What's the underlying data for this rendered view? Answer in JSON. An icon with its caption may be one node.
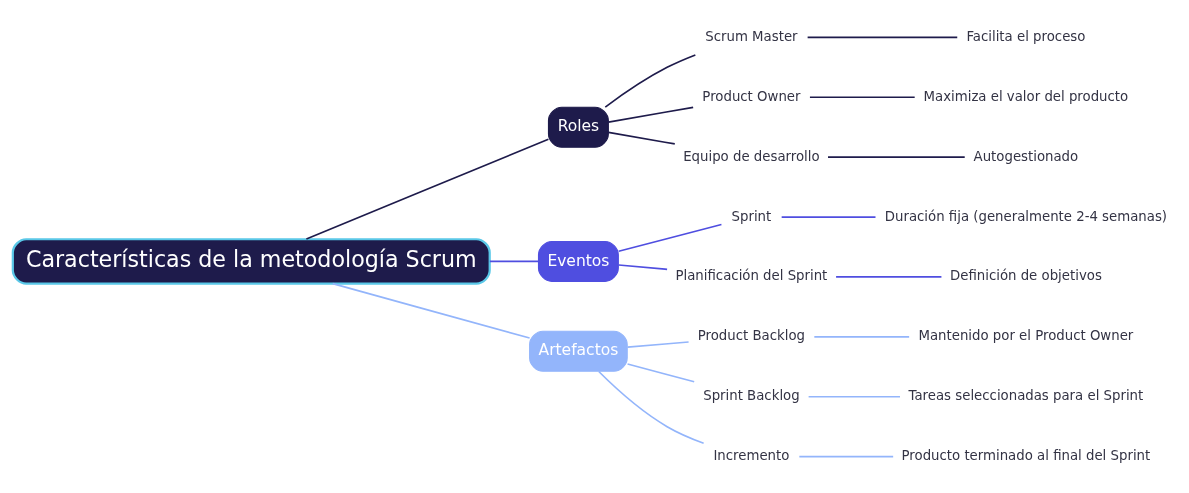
{
  "diagram": {
    "nodes": [
      {
        "text": [
          "Características de la metodología Scrum"
        ]
      },
      {
        "text": [
          "Roles"
        ]
      },
      {
        "text": [
          "Scrum Master"
        ]
      },
      {
        "text": [
          "Facilita el proceso"
        ]
      },
      {
        "text": [
          "Product Owner"
        ]
      },
      {
        "text": [
          "Maximiza el valor del producto"
        ]
      },
      {
        "text": [
          "Equipo de desarrollo"
        ]
      },
      {
        "text": [
          "Autogestionado"
        ]
      },
      {
        "text": [
          "Eventos"
        ]
      },
      {
        "text": [
          "Sprint"
        ]
      },
      {
        "text": [
          "Duración fija (generalmente 2-4 semanas)"
        ]
      },
      {
        "text": [
          "Planificación del Sprint"
        ]
      },
      {
        "text": [
          "Definición de objetivos"
        ]
      },
      {
        "text": [
          "Artefactos"
        ]
      },
      {
        "text": [
          "Product Backlog"
        ]
      },
      {
        "text": [
          "Mantenido por el Product Owner"
        ]
      },
      {
        "text": [
          "Sprint Backlog"
        ]
      },
      {
        "text": [
          "Tareas seleccionadas para el Sprint"
        ]
      },
      {
        "text": [
          "Incremento"
        ]
      },
      {
        "text": [
          "Producto terminado al final del Sprint"
        ]
      }
    ],
    "edges": [
      {
        "from": 0,
        "to": 1,
        "arrow": "none",
        "color": "#1e1b4b"
      },
      {
        "from": 1,
        "to": 2,
        "arrow": "none",
        "color": "#1e1b4b"
      },
      {
        "from": 2,
        "to": 3,
        "arrow": "none",
        "color": "#1e1b4b"
      },
      {
        "from": 1,
        "to": 4,
        "arrow": "none",
        "color": "#1e1b4b"
      },
      {
        "from": 4,
        "to": 5,
        "arrow": "none",
        "color": "#1e1b4b"
      },
      {
        "from": 1,
        "to": 6,
        "arrow": "none",
        "color": "#1e1b4b"
      },
      {
        "from": 6,
        "to": 7,
        "arrow": "none",
        "color": "#1e1b4b"
      },
      {
        "from": 0,
        "to": 8,
        "arrow": "none",
        "color": "#4f4ee0"
      },
      {
        "from": 8,
        "to": 9,
        "arrow": "none",
        "color": "#4f4ee0"
      },
      {
        "from": 9,
        "to": 10,
        "arrow": "none",
        "color": "#4f4ee0"
      },
      {
        "from": 8,
        "to": 11,
        "arrow": "none",
        "color": "#4f4ee0"
      },
      {
        "from": 11,
        "to": 12,
        "arrow": "none",
        "color": "#4f4ee0"
      },
      {
        "from": 0,
        "to": 13,
        "arrow": "none",
        "color": "#93b5fb"
      },
      {
        "from": 13,
        "to": 14,
        "arrow": "none",
        "color": "#93b5fb"
      },
      {
        "from": 14,
        "to": 15,
        "arrow": "none",
        "color": "#93b5fb"
      },
      {
        "from": 13,
        "to": 16,
        "arrow": "none",
        "color": "#93b5fb"
      },
      {
        "from": 16,
        "to": 17,
        "arrow": "none",
        "color": "#93b5fb"
      },
      {
        "from": 13,
        "to": 18,
        "arrow": "none",
        "color": "#93b5fb"
      },
      {
        "from": 18,
        "to": 19,
        "arrow": "none",
        "color": "#93b5fb"
      }
    ]
  }
}
